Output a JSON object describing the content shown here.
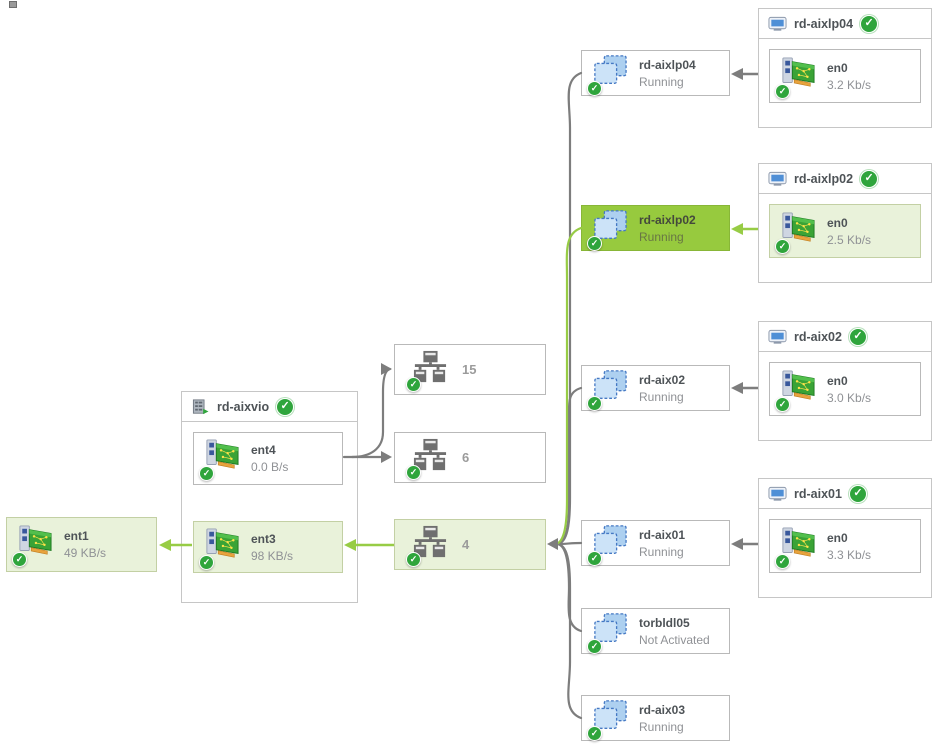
{
  "left_adapter": {
    "name": "ent1",
    "rate": "49 KB/s"
  },
  "vio": {
    "title": "rd-aixvio",
    "adapters": [
      {
        "name": "ent4",
        "rate": "0.0 B/s"
      },
      {
        "name": "ent3",
        "rate": "98 KB/s"
      }
    ]
  },
  "networks": [
    {
      "label": "15"
    },
    {
      "label": "6"
    },
    {
      "label": "4"
    }
  ],
  "partitions": [
    {
      "name": "rd-aixlp04",
      "status": "Running"
    },
    {
      "name": "rd-aixlp02",
      "status": "Running"
    },
    {
      "name": "rd-aix02",
      "status": "Running"
    },
    {
      "name": "rd-aix01",
      "status": "Running"
    },
    {
      "name": "torbldl05",
      "status": "Not Activated"
    },
    {
      "name": "rd-aix03",
      "status": "Running"
    }
  ],
  "hosts": [
    {
      "title": "rd-aixlp04",
      "adapter_name": "en0",
      "adapter_rate": "3.2 Kb/s"
    },
    {
      "title": "rd-aixlp02",
      "adapter_name": "en0",
      "adapter_rate": "2.5 Kb/s"
    },
    {
      "title": "rd-aix02",
      "adapter_name": "en0",
      "adapter_rate": "3.0 Kb/s"
    },
    {
      "title": "rd-aix01",
      "adapter_name": "en0",
      "adapter_rate": "3.3 Kb/s"
    }
  ],
  "colors": {
    "link_gray": "#7d7d7d",
    "link_green": "#97cc45",
    "highlight_strong": "#97ca3e",
    "highlight_soft": "#e9f2da",
    "status_ok": "#2fa53c"
  }
}
